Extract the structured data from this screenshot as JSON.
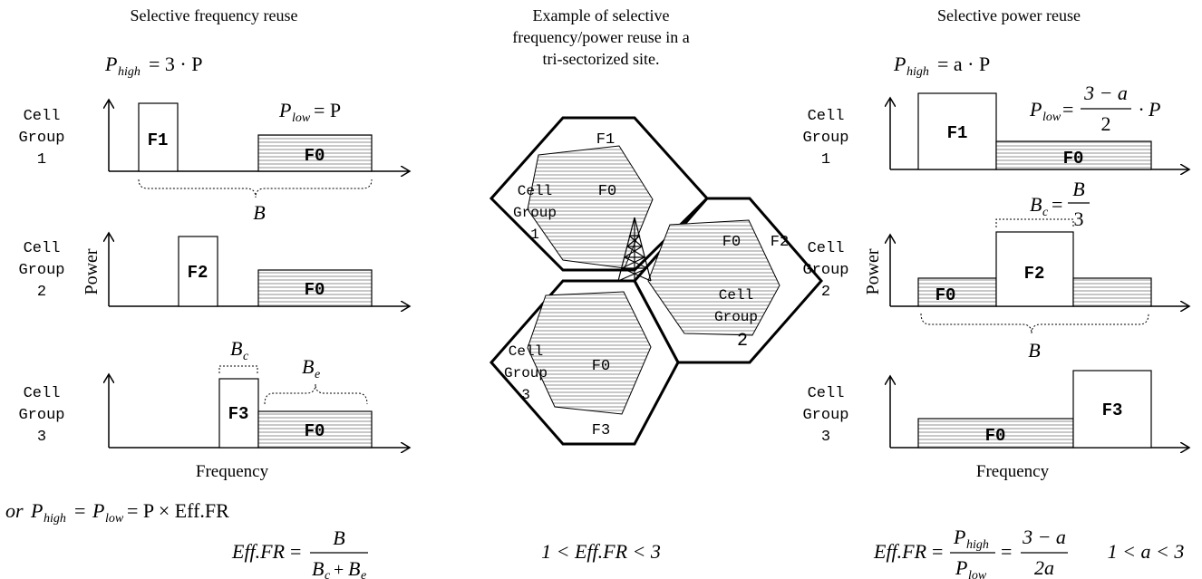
{
  "titles": {
    "left": "Selective frequency reuse",
    "center_line1": "Example of selective",
    "center_line2": "frequency/power reuse in a",
    "center_line3": "tri-sectorized site.",
    "right": "Selective power reuse"
  },
  "axes": {
    "y_label": "Power",
    "x_label": "Frequency"
  },
  "groups": {
    "g1": [
      "Cell",
      "Group",
      "1"
    ],
    "g2": [
      "Cell",
      "Group",
      "2"
    ],
    "g3": [
      "Cell",
      "Group",
      "3"
    ]
  },
  "bands": {
    "f0": "F0",
    "f1": "F1",
    "f2": "F2",
    "f3": "F3"
  },
  "symbols": {
    "B": "B",
    "Bc": "B",
    "Bc_sub": "c",
    "Be": "B",
    "Be_sub": "e",
    "P": "P",
    "high": "high",
    "low": "low",
    "a": "a",
    "or": "or",
    "eff_fr": "Eff.FR"
  },
  "formulas": {
    "p_high_left": "= 3 · P",
    "p_low_left": "= P",
    "equal_p_prefix": "= ",
    "equal_p_suffix": "= P × Eff.FR",
    "eff_fr_eq": "=",
    "frac_num_left": "B",
    "range_center": "1 < Eff.FR < 3",
    "p_high_right": "= a · P",
    "p_low_right_num": "3 − a",
    "p_low_right_den": "2",
    "p_low_right_suffix": "· P",
    "bc_right_eq": "=",
    "bc_right_num": "B",
    "bc_right_den": "3",
    "eff_fr_right_mid_num": "3 − a",
    "eff_fr_right_mid_den": "2a",
    "range_a": "1 < a < 3"
  },
  "site": {
    "cell_group_1": [
      "Cell",
      "Group",
      "1"
    ],
    "cell_group_2": [
      "Cell",
      "Group",
      "2"
    ],
    "cell_group_3": [
      "Cell",
      "Group",
      "3"
    ]
  }
}
